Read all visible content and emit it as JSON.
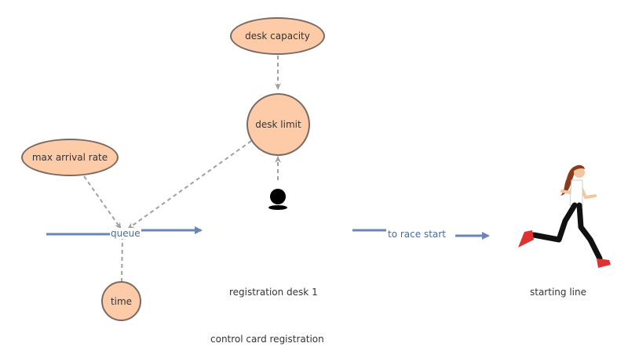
{
  "nodes": {
    "desk_capacity": "desk capacity",
    "desk_limit": "desk limit",
    "max_arrival_rate": "max arrival rate",
    "time": "time"
  },
  "flows": {
    "queue": "queue",
    "to_race_start": "to race start"
  },
  "labels": {
    "registration_desk": "registration desk 1",
    "starting_line": "starting line",
    "caption": "control card registration"
  },
  "colors": {
    "node_fill": "#fdcba8",
    "node_border": "#7a6a62",
    "flow": "#6a85b8",
    "link": "#a0a0a0"
  },
  "icons": {
    "agent": "person-icon",
    "runner": "runner-icon"
  }
}
